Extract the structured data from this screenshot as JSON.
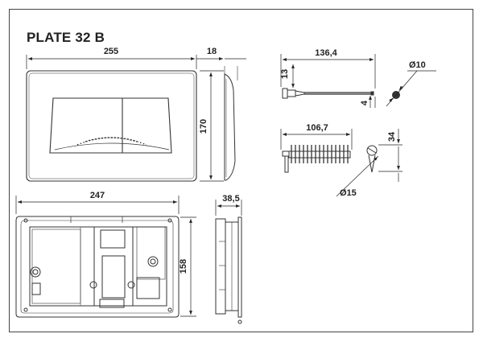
{
  "title": "PLATE 32 B",
  "dims": {
    "plate_width": "255",
    "plate_depth": "18",
    "plate_height": "170",
    "rod_length": "136,4",
    "rod_offset": "13",
    "rod_tip": "4",
    "rod_diameter": "Ø10",
    "screw_length": "106,7",
    "screw_height": "34",
    "screw_diameter": "Ø15",
    "frame_width": "247",
    "frame_depth": "38,5",
    "frame_height": "158"
  }
}
